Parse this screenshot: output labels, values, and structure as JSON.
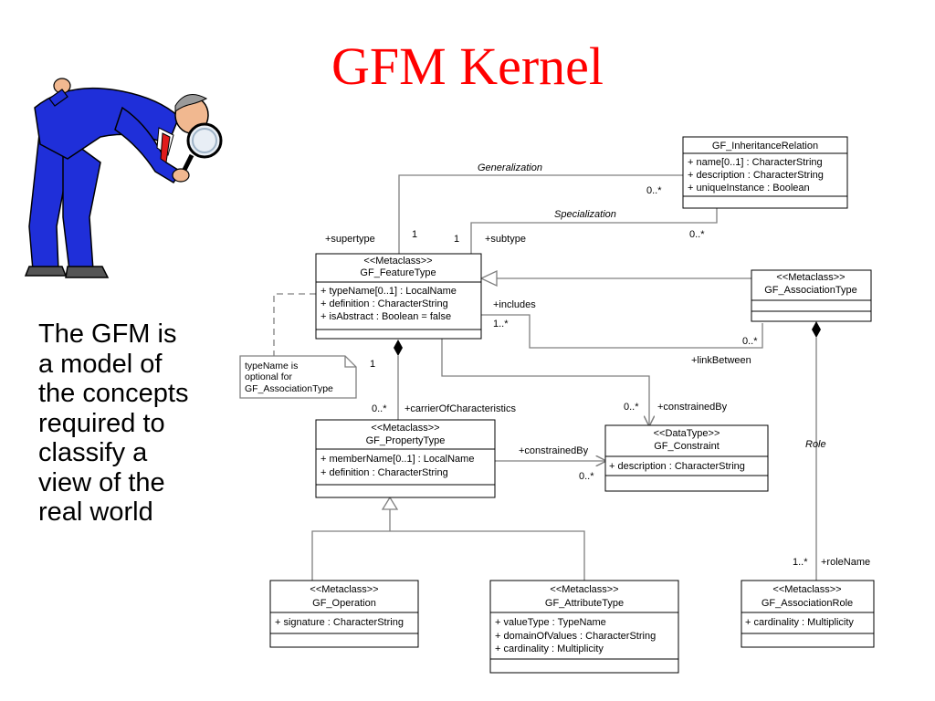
{
  "slide": {
    "title": "GFM Kernel",
    "description": "The GFM is a model of the concepts required to classify a view of the real world",
    "description_lines": [
      "The GFM is",
      "a model of",
      "the concepts",
      "required to",
      "classify a",
      "view of the",
      "real world"
    ]
  },
  "colors": {
    "title": "#ff0000",
    "suit": "#1f2fd9",
    "line": "#808080",
    "box_border": "#000000"
  },
  "figure": {
    "icon": "detective-man-with-magnifying-glass-icon"
  },
  "classes": {
    "inheritance_relation": {
      "stereotype": "",
      "name": "GF_InheritanceRelation",
      "attributes": [
        "+ name[0..1] : CharacterString",
        "+ description : CharacterString",
        "+ uniqueInstance : Boolean"
      ]
    },
    "feature_type": {
      "stereotype": "<<Metaclass>>",
      "name": "GF_FeatureType",
      "attributes": [
        "+ typeName[0..1] : LocalName",
        "+ definition : CharacterString",
        "+ isAbstract : Boolean = false"
      ]
    },
    "association_type": {
      "stereotype": "<<Metaclass>>",
      "name": "GF_AssociationType",
      "attributes": []
    },
    "property_type": {
      "stereotype": "<<Metaclass>>",
      "name": "GF_PropertyType",
      "attributes": [
        "+ memberName[0..1] : LocalName",
        "+ definition : CharacterString"
      ]
    },
    "constraint": {
      "stereotype": "<<DataType>>",
      "name": "GF_Constraint",
      "attributes": [
        "+ description : CharacterString"
      ]
    },
    "operation": {
      "stereotype": "<<Metaclass>>",
      "name": "GF_Operation",
      "attributes": [
        "+ signature : CharacterString"
      ]
    },
    "attribute_type": {
      "stereotype": "<<Metaclass>>",
      "name": "GF_AttributeType",
      "attributes": [
        "+ valueType : TypeName",
        "+ domainOfValues : CharacterString",
        "+ cardinality : Multiplicity"
      ]
    },
    "association_role": {
      "stereotype": "<<Metaclass>>",
      "name": "GF_AssociationRole",
      "attributes": [
        "+ cardinality : Multiplicity"
      ]
    }
  },
  "note": {
    "lines": [
      "typeName is",
      "optional for",
      "GF_AssociationType"
    ]
  },
  "labels": {
    "generalization": "Generalization",
    "specialization": "Specialization",
    "supertype": "+supertype",
    "subtype": "+subtype",
    "one_a": "1",
    "one_b": "1",
    "one_c": "1",
    "zero_many_gen": "0..*",
    "zero_many_spec": "0..*",
    "includes": "+includes",
    "one_many_includes": "1..*",
    "zero_many_link": "0..*",
    "link_between": "+linkBetween",
    "zero_many_carrier": "0..*",
    "carrier": "+carrierOfCharacteristics",
    "zero_many_constr_top": "0..*",
    "constrained_by_top": "+constrainedBy",
    "constrained_by_mid": "+constrainedBy",
    "zero_many_constr_mid": "0..*",
    "role": "Role",
    "one_many_role": "1..*",
    "role_name": "+roleName"
  }
}
